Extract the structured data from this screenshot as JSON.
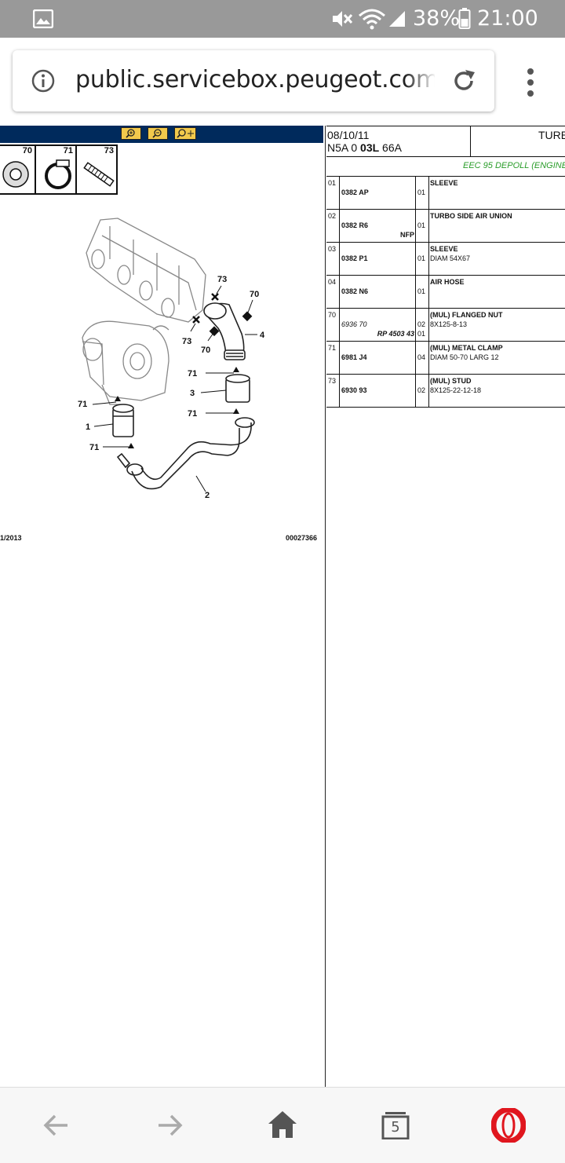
{
  "status": {
    "battery": "38%",
    "time": "21:00"
  },
  "browser": {
    "url": "public.servicebox.peugeot.com/do",
    "tabs_count": "5"
  },
  "doc": {
    "date": "08/10/11",
    "code_prefix": "N5A 0",
    "code_bold": "03L",
    "code_suffix": "66A",
    "title": "TURB",
    "subtitle": "EEC 95 DEPOLL (ENGINE",
    "footer_left": "1/2013",
    "footer_right": "00027366",
    "thumbs": [
      "70",
      "71",
      "73"
    ],
    "diagram_labels": [
      "73",
      "70",
      "4",
      "73",
      "70",
      "71",
      "3",
      "71",
      "71",
      "1",
      "71",
      "2"
    ]
  },
  "parts": [
    {
      "num": "01",
      "ref": "0382 AP",
      "ref_italic": "",
      "sub_ref": "",
      "nfp": "",
      "qty": "01",
      "qty2": "",
      "desc": "SLEEVE",
      "detail": ""
    },
    {
      "num": "02",
      "ref": "0382 R6",
      "ref_italic": "",
      "sub_ref": "",
      "nfp": "NFP",
      "qty": "01",
      "qty2": "",
      "desc": "TURBO SIDE AIR UNION",
      "detail": ""
    },
    {
      "num": "03",
      "ref": "0382 P1",
      "ref_italic": "",
      "sub_ref": "",
      "nfp": "",
      "qty": "01",
      "qty2": "",
      "desc": "SLEEVE",
      "detail": "DIAM 54X67"
    },
    {
      "num": "04",
      "ref": "0382 N6",
      "ref_italic": "",
      "sub_ref": "",
      "nfp": "",
      "qty": "01",
      "qty2": "",
      "desc": "AIR HOSE",
      "detail": ""
    },
    {
      "num": "70",
      "ref": "",
      "ref_italic": "6936 70",
      "sub_ref": "RP 4503 43",
      "nfp": "",
      "qty": "02",
      "qty2": "01",
      "desc": "(MUL) FLANGED NUT",
      "detail": "8X125-8-13"
    },
    {
      "num": "71",
      "ref": "6981 J4",
      "ref_italic": "",
      "sub_ref": "",
      "nfp": "",
      "qty": "04",
      "qty2": "",
      "desc": "(MUL) METAL CLAMP",
      "detail": "DIAM 50-70 LARG 12"
    },
    {
      "num": "73",
      "ref": "6930 93",
      "ref_italic": "",
      "sub_ref": "",
      "nfp": "",
      "qty": "02",
      "qty2": "",
      "desc": "(MUL) STUD",
      "detail": "8X125-22-12-18"
    }
  ],
  "icons": {
    "gallery": "image-icon",
    "mute": "mute-icon",
    "wifi": "wifi-icon",
    "signal": "signal-icon",
    "battery": "battery-icon",
    "info": "info-icon",
    "reload": "reload-icon",
    "menu": "more-vertical-icon",
    "back": "arrow-left-icon",
    "forward": "arrow-right-icon",
    "home": "home-icon",
    "tabs": "tabs-icon",
    "opera": "opera-icon"
  },
  "colors": {
    "header_bar": "#002a5c",
    "subtitle_green": "#2a9d2a",
    "opera_red": "#e0161e"
  }
}
